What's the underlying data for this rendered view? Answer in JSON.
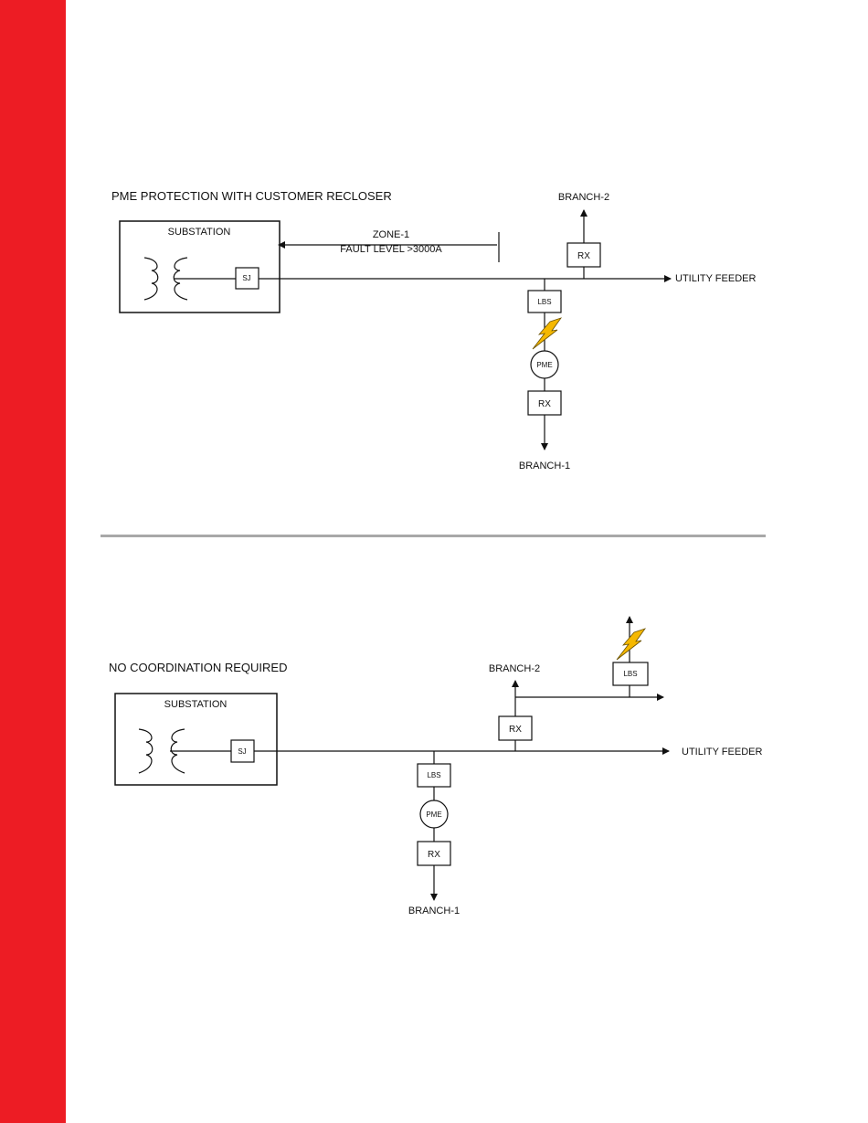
{
  "diagram1": {
    "title": "PME PROTECTION WITH CUSTOMER RECLOSER",
    "substation": "SUBSTATION",
    "sj": "SJ",
    "zone": "ZONE-1",
    "fault_level": "FAULT LEVEL >3000A",
    "utility_feeder": "UTILITY FEEDER",
    "branch_2": "BRANCH-2",
    "branch_1": "BRANCH-1",
    "rx_top": "RX",
    "lbs": "LBS",
    "pme": "PME",
    "rx_bottom": "RX"
  },
  "diagram2": {
    "title": "NO COORDINATION REQUIRED",
    "substation": "SUBSTATION",
    "sj": "SJ",
    "utility_feeder": "UTILITY FEEDER",
    "branch_2": "BRANCH-2",
    "branch_1": "BRANCH-1",
    "rx_top": "RX",
    "lbs_top": "LBS",
    "lbs": "LBS",
    "pme": "PME",
    "rx_bottom": "RX"
  },
  "colors": {
    "accent_bar": "#ed1c24",
    "divider": "#a8a8a8",
    "lightning": "#f5b800"
  },
  "icons": [
    "transformer-icon",
    "lightning-fault-icon",
    "arrow-icon"
  ]
}
